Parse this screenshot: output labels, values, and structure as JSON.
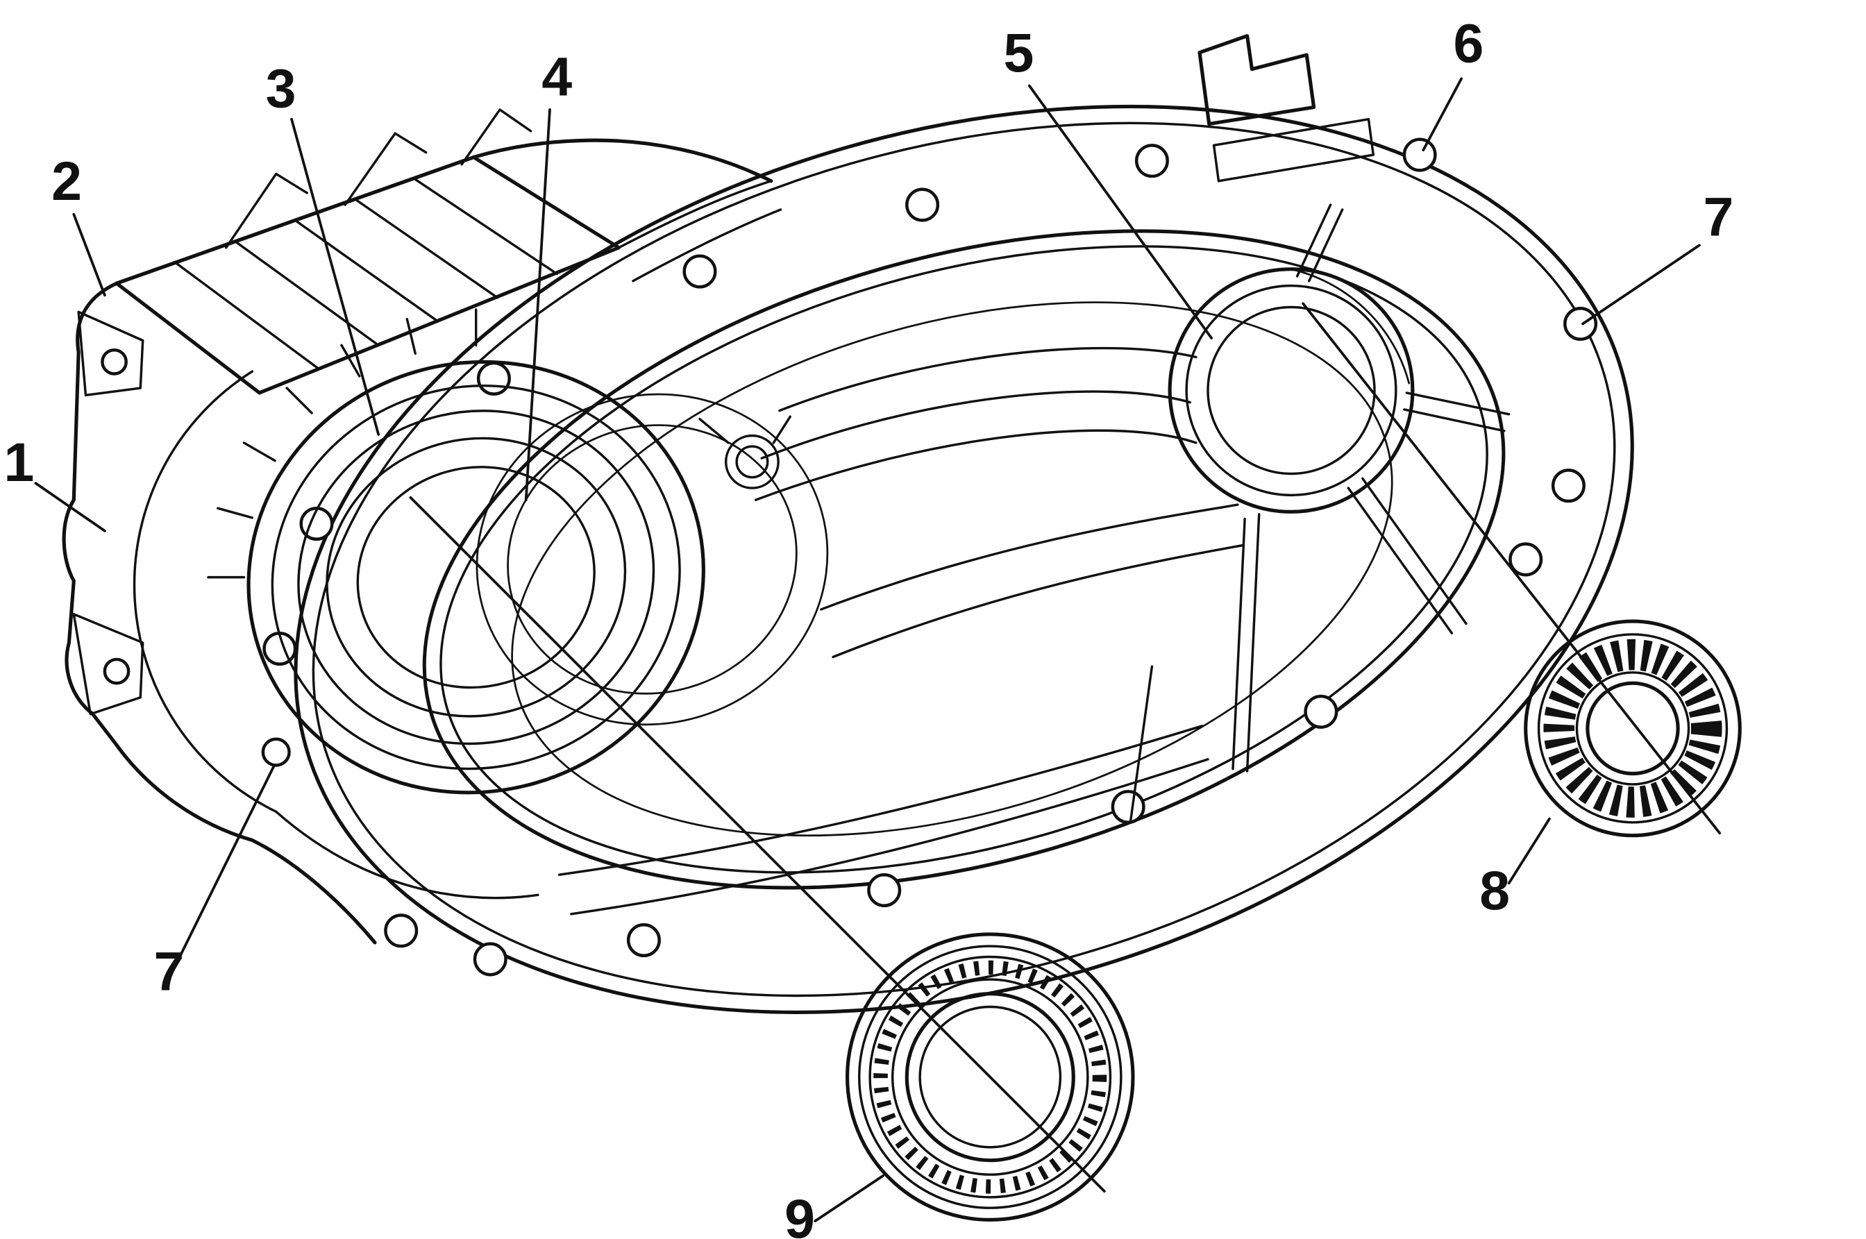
{
  "figure": {
    "kind": "technical-line-diagram",
    "subject": "Transfer case housing with flange bolt holes and two tapered roller bearings",
    "colors": {
      "background": "#ffffff",
      "line": "#111111"
    },
    "callouts": [
      {
        "label": "1"
      },
      {
        "label": "2"
      },
      {
        "label": "3"
      },
      {
        "label": "4"
      },
      {
        "label": "5"
      },
      {
        "label": "6"
      },
      {
        "label": "7"
      },
      {
        "label": "7"
      },
      {
        "label": "8"
      },
      {
        "label": "9"
      }
    ]
  }
}
